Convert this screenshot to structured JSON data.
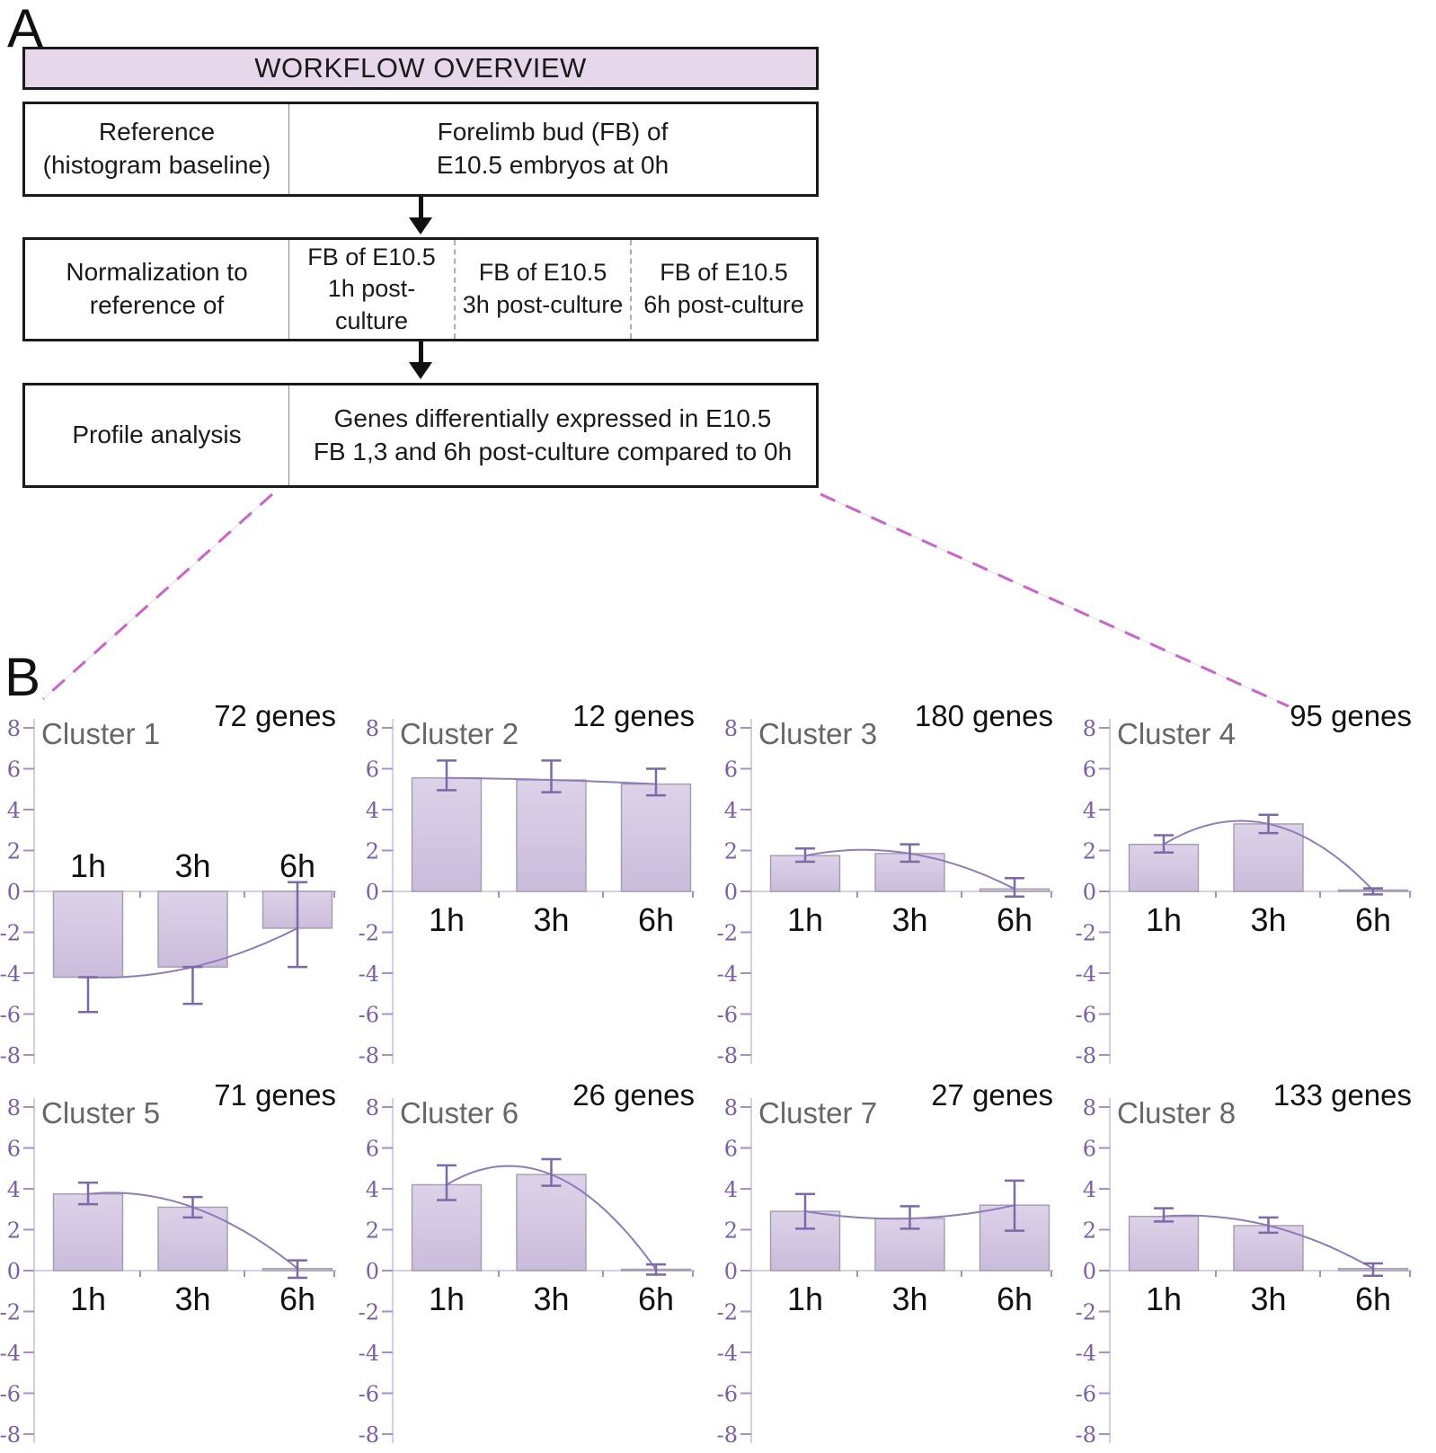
{
  "panel_a": {
    "label": "A",
    "header": "WORKFLOW OVERVIEW",
    "row1": {
      "left1": "Reference",
      "left2": "(histogram baseline)",
      "right1": "Forelimb bud (FB) of",
      "right2": "E10.5 embryos at 0h"
    },
    "row2": {
      "left1": "Normalization to",
      "left2": "reference of",
      "c1l1": "FB of E10.5",
      "c1l2": "1h post-culture",
      "c2l1": "FB of E10.5",
      "c2l2": "3h post-culture",
      "c3l1": "FB of E10.5",
      "c3l2": "6h post-culture"
    },
    "row3": {
      "left1": "Profile analysis",
      "right1": "Genes differentially expressed in E10.5",
      "right2": "FB 1,3 and 6h post-culture compared to 0h"
    }
  },
  "panel_b": {
    "label": "B"
  },
  "colors": {
    "header_fill": "#e7d7ea",
    "box_border": "#1a1a1a",
    "divider": "#8a8a8a",
    "dashed_divider": "#b9a6bd",
    "connector": "#cb63cb",
    "connector_underlay": "#e3dde9",
    "bar_fill_top": "#dcd2e8",
    "bar_fill_bottom": "#cabcdb",
    "bar_border": "#a49cae",
    "error_bar": "#7d68a8",
    "curve": "#8f7cba",
    "axis_line": "#d6cde6",
    "tick": "#a98fc5",
    "tick_label": "#7b5ea6",
    "category_label": "#111111",
    "title": "#6a646b",
    "genes_label": "#111111"
  },
  "chart_data": [
    {
      "type": "bar",
      "title": "Cluster 1",
      "annotation": "72 genes",
      "genes": 72,
      "categories": [
        "1h",
        "3h",
        "6h"
      ],
      "values": [
        -4.2,
        -3.7,
        -1.8
      ],
      "error_low": [
        -5.9,
        -5.5,
        -3.7
      ],
      "error_high": [
        -4.2,
        -3.7,
        0.45
      ],
      "ylim": [
        -8,
        8
      ],
      "ytick_step": 2,
      "grid": false,
      "curve": "parabola-through-points"
    },
    {
      "type": "bar",
      "title": "Cluster 2",
      "annotation": "12 genes",
      "genes": 12,
      "categories": [
        "1h",
        "3h",
        "6h"
      ],
      "values": [
        5.55,
        5.45,
        5.25
      ],
      "error_low": [
        4.95,
        4.85,
        4.7
      ],
      "error_high": [
        6.4,
        6.4,
        6.0
      ],
      "ylim": [
        -8,
        8
      ],
      "ytick_step": 2,
      "grid": false,
      "curve": "parabola-through-points"
    },
    {
      "type": "bar",
      "title": "Cluster 3",
      "annotation": "180 genes",
      "genes": 180,
      "categories": [
        "1h",
        "3h",
        "6h"
      ],
      "values": [
        1.75,
        1.85,
        0.12
      ],
      "error_low": [
        1.45,
        1.45,
        -0.25
      ],
      "error_high": [
        2.1,
        2.3,
        0.65
      ],
      "ylim": [
        -8,
        8
      ],
      "ytick_step": 2,
      "grid": false,
      "curve": "parabola-through-points"
    },
    {
      "type": "bar",
      "title": "Cluster 4",
      "annotation": "95 genes",
      "genes": 95,
      "categories": [
        "1h",
        "3h",
        "6h"
      ],
      "values": [
        2.3,
        3.3,
        0.05
      ],
      "error_low": [
        1.9,
        2.85,
        -0.15
      ],
      "error_high": [
        2.75,
        3.75,
        0.15
      ],
      "ylim": [
        -8,
        8
      ],
      "ytick_step": 2,
      "grid": false,
      "curve": "parabola-through-points"
    },
    {
      "type": "bar",
      "title": "Cluster 5",
      "annotation": "71 genes",
      "genes": 71,
      "categories": [
        "1h",
        "3h",
        "6h"
      ],
      "values": [
        3.75,
        3.1,
        0.1
      ],
      "error_low": [
        3.25,
        2.6,
        -0.35
      ],
      "error_high": [
        4.3,
        3.6,
        0.5
      ],
      "ylim": [
        -8,
        8
      ],
      "ytick_step": 2,
      "grid": false,
      "curve": "parabola-through-points"
    },
    {
      "type": "bar",
      "title": "Cluster 6",
      "annotation": "26 genes",
      "genes": 26,
      "categories": [
        "1h",
        "3h",
        "6h"
      ],
      "values": [
        4.2,
        4.7,
        0.05
      ],
      "error_low": [
        3.45,
        4.15,
        -0.2
      ],
      "error_high": [
        5.15,
        5.45,
        0.3
      ],
      "ylim": [
        -8,
        8
      ],
      "ytick_step": 2,
      "grid": false,
      "curve": "parabola-through-points"
    },
    {
      "type": "bar",
      "title": "Cluster 7",
      "annotation": "27 genes",
      "genes": 27,
      "categories": [
        "1h",
        "3h",
        "6h"
      ],
      "values": [
        2.9,
        2.55,
        3.2
      ],
      "error_low": [
        2.05,
        2.05,
        1.95
      ],
      "error_high": [
        3.75,
        3.15,
        4.4
      ],
      "ylim": [
        -8,
        8
      ],
      "ytick_step": 2,
      "grid": false,
      "curve": "parabola-through-points"
    },
    {
      "type": "bar",
      "title": "Cluster 8",
      "annotation": "133 genes",
      "genes": 133,
      "categories": [
        "1h",
        "3h",
        "6h"
      ],
      "values": [
        2.65,
        2.2,
        0.1
      ],
      "error_low": [
        2.4,
        1.85,
        -0.25
      ],
      "error_high": [
        3.05,
        2.6,
        0.35
      ],
      "ylim": [
        -8,
        8
      ],
      "ytick_step": 2,
      "grid": false,
      "curve": "parabola-through-points"
    }
  ]
}
